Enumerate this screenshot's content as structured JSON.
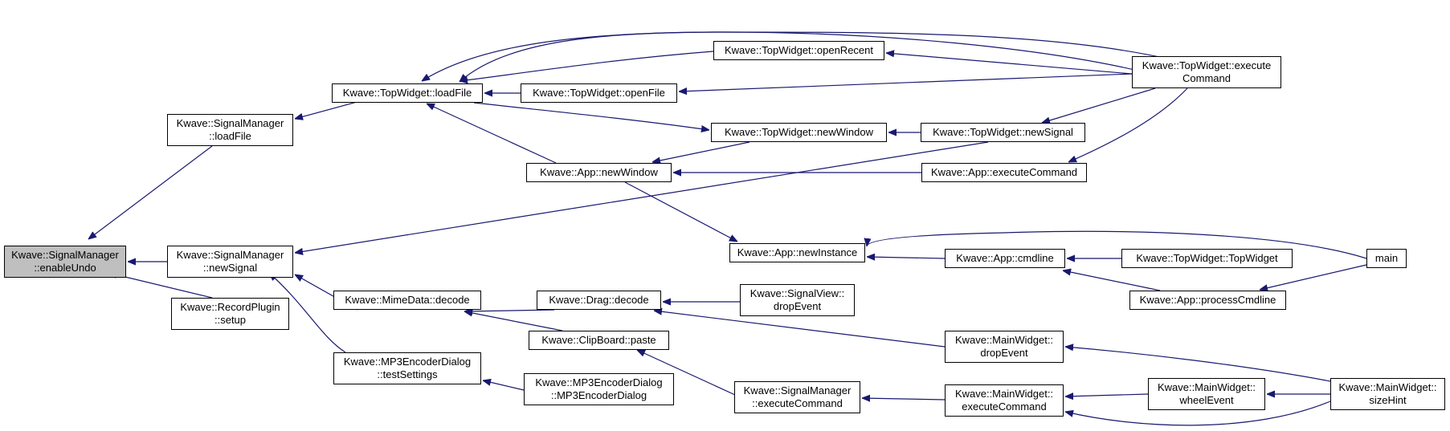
{
  "graph": {
    "colors": {
      "edge": "#191970",
      "node_border": "#000000",
      "node_fill": "#ffffff",
      "current_fill": "#bfbfbf"
    },
    "nodes": {
      "enableUndo": {
        "lines": [
          "Kwave::SignalManager",
          "::enableUndo"
        ],
        "current": true
      },
      "sm_loadFile": {
        "lines": [
          "Kwave::SignalManager",
          "::loadFile"
        ]
      },
      "sm_newSignal": {
        "lines": [
          "Kwave::SignalManager",
          "::newSignal"
        ]
      },
      "rec_setup": {
        "lines": [
          "Kwave::RecordPlugin",
          "::setup"
        ]
      },
      "tw_loadFile": {
        "lines": [
          "Kwave::TopWidget::loadFile"
        ]
      },
      "mime_decode": {
        "lines": [
          "Kwave::MimeData::decode"
        ]
      },
      "mp3_testSettings": {
        "lines": [
          "Kwave::MP3EncoderDialog",
          "::testSettings"
        ]
      },
      "tw_openRecent": {
        "lines": [
          "Kwave::TopWidget::openRecent"
        ]
      },
      "tw_openFile": {
        "lines": [
          "Kwave::TopWidget::openFile"
        ]
      },
      "app_newWindow": {
        "lines": [
          "Kwave::App::newWindow"
        ]
      },
      "drag_decode": {
        "lines": [
          "Kwave::Drag::decode"
        ]
      },
      "clip_paste": {
        "lines": [
          "Kwave::ClipBoard::paste"
        ]
      },
      "mp3_ctor": {
        "lines": [
          "Kwave::MP3EncoderDialog",
          "::MP3EncoderDialog"
        ]
      },
      "tw_newWindow": {
        "lines": [
          "Kwave::TopWidget::newWindow"
        ]
      },
      "app_newInstance": {
        "lines": [
          "Kwave::App::newInstance"
        ]
      },
      "sv_dropEvent": {
        "lines": [
          "Kwave::SignalView::",
          "dropEvent"
        ]
      },
      "sm_execCmd": {
        "lines": [
          "Kwave::SignalManager",
          "::executeCommand"
        ]
      },
      "tw_execCmd": {
        "lines": [
          "Kwave::TopWidget::execute",
          "Command"
        ]
      },
      "tw_newSignal": {
        "lines": [
          "Kwave::TopWidget::newSignal"
        ]
      },
      "app_execCmd": {
        "lines": [
          "Kwave::App::executeCommand"
        ]
      },
      "app_cmdline": {
        "lines": [
          "Kwave::App::cmdline"
        ]
      },
      "mw_dropEvent": {
        "lines": [
          "Kwave::MainWidget::",
          "dropEvent"
        ]
      },
      "mw_execCmd": {
        "lines": [
          "Kwave::MainWidget::",
          "executeCommand"
        ]
      },
      "tw_ctor": {
        "lines": [
          "Kwave::TopWidget::TopWidget"
        ]
      },
      "app_processCmdline": {
        "lines": [
          "Kwave::App::processCmdline"
        ]
      },
      "mw_wheelEvent": {
        "lines": [
          "Kwave::MainWidget::",
          "wheelEvent"
        ]
      },
      "main": {
        "lines": [
          "main"
        ]
      },
      "mw_sizeHint": {
        "lines": [
          "Kwave::MainWidget::",
          "sizeHint"
        ]
      }
    },
    "edges": [
      [
        "sm_loadFile",
        "enableUndo"
      ],
      [
        "sm_newSignal",
        "enableUndo"
      ],
      [
        "rec_setup",
        "enableUndo"
      ],
      [
        "tw_loadFile",
        "sm_loadFile"
      ],
      [
        "mime_decode",
        "sm_newSignal"
      ],
      [
        "mp3_testSettings",
        "sm_newSignal"
      ],
      [
        "tw_newSignal",
        "sm_newSignal"
      ],
      [
        "tw_openRecent",
        "tw_loadFile"
      ],
      [
        "tw_openFile",
        "tw_loadFile"
      ],
      [
        "tw_execCmd",
        "tw_loadFile"
      ],
      [
        "tw_execCmd",
        "tw_loadFile"
      ],
      [
        "app_newWindow",
        "tw_loadFile"
      ],
      [
        "tw_loadFile",
        "tw_newWindow"
      ],
      [
        "drag_decode",
        "mime_decode"
      ],
      [
        "clip_paste",
        "mime_decode"
      ],
      [
        "mp3_ctor",
        "mp3_testSettings"
      ],
      [
        "tw_execCmd",
        "tw_openRecent"
      ],
      [
        "tw_execCmd",
        "tw_openFile"
      ],
      [
        "tw_newWindow",
        "app_newWindow"
      ],
      [
        "app_execCmd",
        "app_newWindow"
      ],
      [
        "app_newWindow",
        "app_newInstance"
      ],
      [
        "sv_dropEvent",
        "drag_decode"
      ],
      [
        "mw_dropEvent",
        "drag_decode"
      ],
      [
        "sm_execCmd",
        "clip_paste"
      ],
      [
        "tw_newSignal",
        "tw_newWindow"
      ],
      [
        "tw_execCmd",
        "tw_newSignal"
      ],
      [
        "tw_execCmd",
        "app_execCmd"
      ],
      [
        "app_cmdline",
        "app_newInstance"
      ],
      [
        "main",
        "app_newInstance"
      ],
      [
        "mw_execCmd",
        "sm_execCmd"
      ],
      [
        "tw_ctor",
        "app_cmdline"
      ],
      [
        "app_processCmdline",
        "app_cmdline"
      ],
      [
        "mw_sizeHint",
        "mw_dropEvent"
      ],
      [
        "mw_wheelEvent",
        "mw_execCmd"
      ],
      [
        "mw_sizeHint",
        "mw_execCmd"
      ],
      [
        "main",
        "app_processCmdline"
      ],
      [
        "mw_sizeHint",
        "mw_wheelEvent"
      ]
    ]
  }
}
